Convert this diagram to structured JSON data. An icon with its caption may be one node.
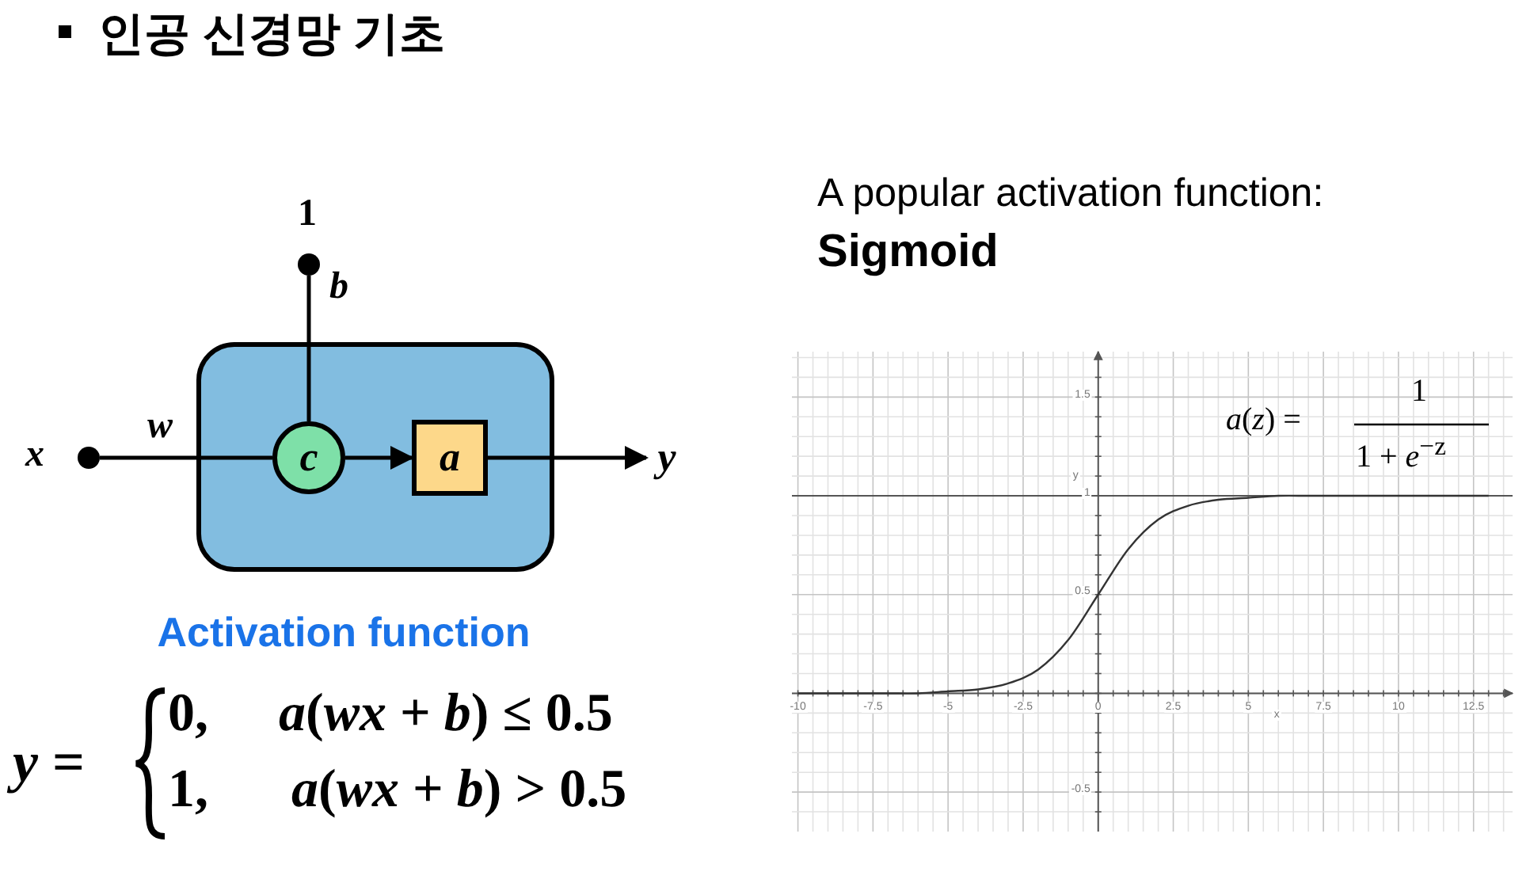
{
  "diagram": {
    "title": "인공 신경망 기초",
    "nodes": [
      {
        "text": [],
        "shape": "box",
        "beside": [
          "Activation function"
        ]
      },
      {
        "text": [],
        "shape": "circle",
        "beside": [
          "x"
        ]
      },
      {
        "text": [],
        "shape": "circle",
        "beside": [
          "1"
        ]
      },
      {
        "text": [
          "c"
        ],
        "in": 0
      },
      {
        "text": [
          "a"
        ],
        "in": 0
      },
      {
        "text": [
          "y"
        ]
      }
    ],
    "edges": [
      {
        "from": 1,
        "to": 3,
        "arrow": "none",
        "label": "w"
      },
      {
        "from": 2,
        "to": 3,
        "arrow": "none",
        "label": "b"
      },
      {
        "from": 3,
        "to": 4,
        "arrow": "to"
      },
      {
        "from": 4,
        "to": 5,
        "arrow": "to"
      }
    ],
    "labels": [
      "A popular activation function:",
      "Sigmoid",
      "*a*(*z*) =",
      "1",
      "1 + *e*$^{−z}$",
      "*y* =",
      "0,",
      "*a*(*wx* + *b*) ≤ 0.5",
      "1,",
      "*a*(*wx* + *b*) > 0.5"
    ],
    "chart_data": {
      "type": "line",
      "xlabel": "x",
      "ylabel": "y",
      "x": [
        -10,
        -9,
        -8,
        -7,
        -6,
        -5,
        -4,
        -3,
        -2,
        -1,
        0,
        1,
        2,
        3,
        4,
        5,
        6,
        7,
        8,
        9,
        10,
        11,
        12,
        13
      ],
      "series": [
        {
          "color": "#333333",
          "values": [
            0.0,
            0.0,
            0.0,
            0.0,
            0.0,
            0.01,
            0.02,
            0.05,
            0.12,
            0.27,
            0.5,
            0.73,
            0.88,
            0.95,
            0.98,
            0.99,
            1.0,
            1.0,
            1.0,
            1.0,
            1.0,
            1.0,
            1.0,
            1.0
          ]
        }
      ],
      "xlim": [
        -10.2,
        13.8
      ],
      "ylim": [
        -0.7,
        1.73
      ],
      "grid": true,
      "ref_lines": [
        {
          "axis": "y",
          "value": 1
        }
      ],
      "xticks": [
        -10,
        -7.5,
        -5,
        -2.5,
        0,
        2.5,
        5,
        7.5,
        10,
        12.5
      ],
      "yticks": [
        -0.5,
        0.5,
        1,
        1.5
      ]
    }
  }
}
